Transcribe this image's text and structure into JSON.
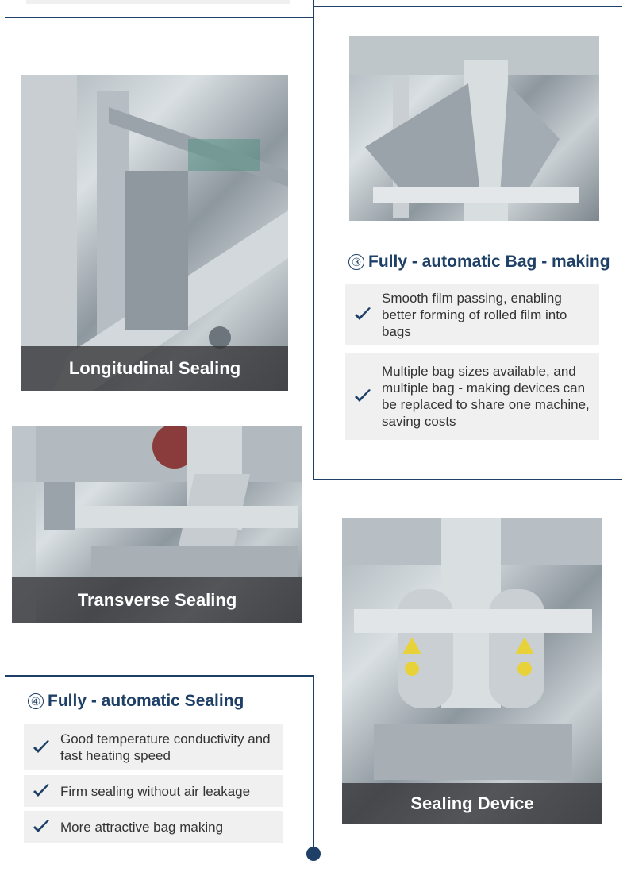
{
  "colors": {
    "accent": "#1e3f66",
    "feature_bg": "#f0f0f0",
    "text": "#333333"
  },
  "icons": {
    "feature_marker": "checkmark-icon",
    "timeline_node": "circle-dot-icon"
  },
  "images": {
    "longitudinal": {
      "caption": "Longitudinal Sealing"
    },
    "forming": {
      "caption": ""
    },
    "transverse": {
      "caption": "Transverse Sealing"
    },
    "sealing_device": {
      "caption": "Sealing Device"
    }
  },
  "section3": {
    "number": "③",
    "title": "Fully - automatic Bag - making",
    "features": [
      "Smooth film passing, enabling better forming of rolled film into bags",
      "Multiple bag sizes available, and multiple bag - making devices can be replaced to share one machine, saving costs"
    ]
  },
  "section4": {
    "number": "④",
    "title": "Fully - automatic Sealing",
    "features": [
      "Good temperature conductivity and fast heating speed",
      "Firm sealing without air leakage",
      "More attractive bag making"
    ]
  }
}
